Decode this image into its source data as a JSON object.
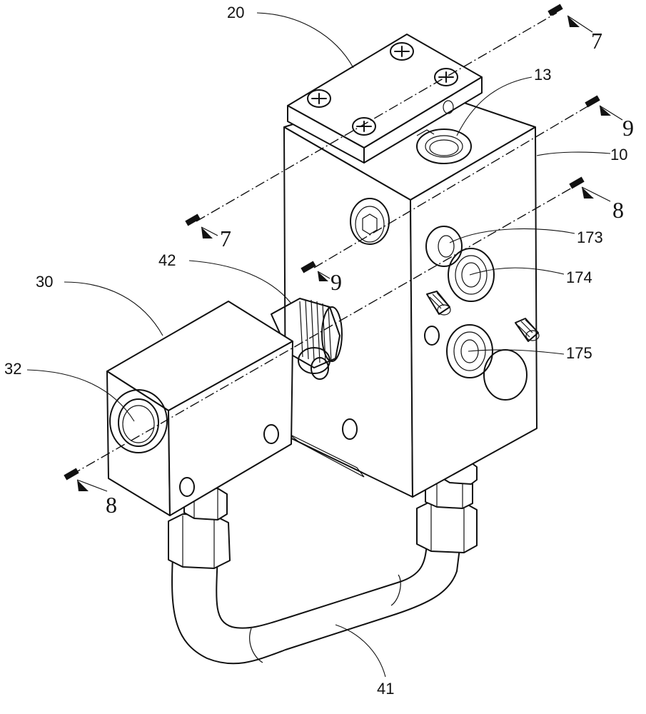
{
  "figure": {
    "reference_numerals": {
      "cap_plate": "20",
      "valve_body": "10",
      "inlet_port": "13",
      "port_a": "173",
      "port_b": "174",
      "port_c": "175",
      "actuator_block": "30",
      "actuator_port": "32",
      "fitting": "42",
      "tube": "41"
    },
    "section_marks": {
      "sec_7": "7",
      "sec_8": "8",
      "sec_9": "9"
    }
  },
  "colors": {
    "line": "#111111",
    "background": "#ffffff",
    "shade": "#dddddd"
  }
}
